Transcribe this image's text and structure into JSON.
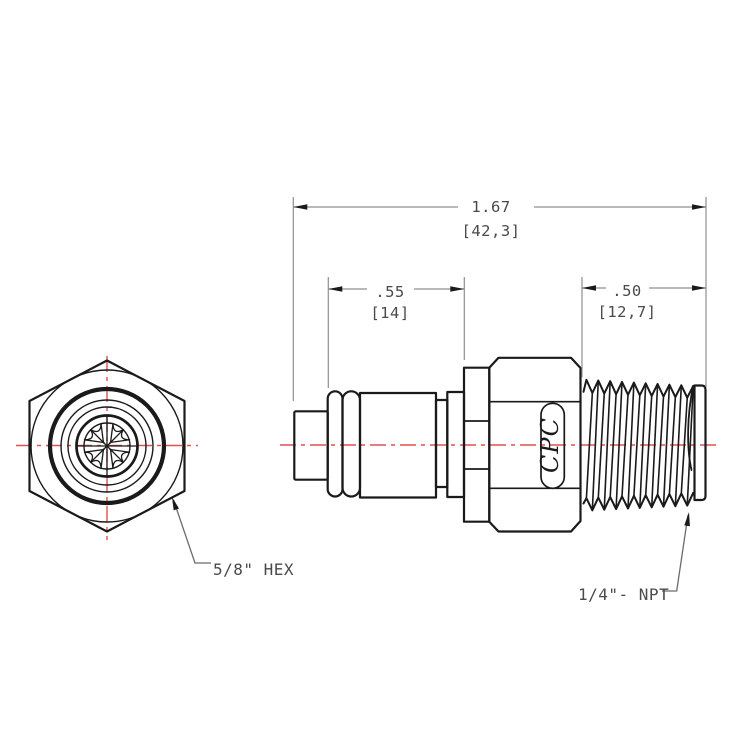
{
  "drawing": {
    "dims": {
      "overall": {
        "in": "1.67",
        "mm": "[42,3]"
      },
      "body": {
        "in": ".55",
        "mm": "[14]"
      },
      "thread": {
        "in": ".50",
        "mm": "[12,7]"
      }
    },
    "labels": {
      "hex": "5/8\" HEX",
      "npt": "1/4\"- NPT",
      "logo": "CPC"
    },
    "colors": {
      "outline": "#1a1a1a",
      "dimension_line": "#8f8f8f",
      "dimension_text": "#4a4a4a",
      "centerline_red": "#e05151",
      "background": "#ffffff"
    }
  }
}
